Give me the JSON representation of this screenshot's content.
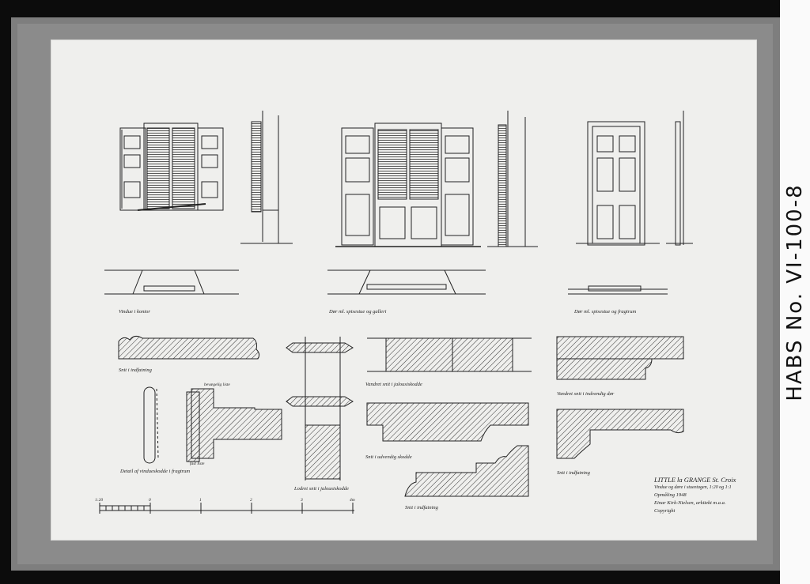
{
  "side_label": "HABS No. VI-100-8",
  "captions": {
    "window_office": "Vindue i kontor",
    "door_gallery": "Dør ml. spisestue og galleri",
    "door_porch": "Dør ml. spisestue og fragtrum",
    "section_molding_1": "Snit i indfatning",
    "detail_shutter": "Detail af vindueskodde i fragtrum",
    "bevaegelig_liste": "bevægelig liste",
    "fast_liste": "fast liste",
    "vertical_section": "Lodret snit i jalousiskodde",
    "horizontal_section_jalousi": "Vandret snit i jalousiskodde",
    "section_exterior_shutter": "Snit i udvendig skodde",
    "section_molding_2": "Snit i indfatning",
    "horizontal_section_door": "Vandret snit i indvendig dør",
    "section_molding_3": "Snit i indfatning"
  },
  "scale": {
    "ticks": [
      "1:20",
      "0",
      "1",
      "2",
      "3",
      "4m"
    ]
  },
  "title_block": {
    "line1": "LITTLE la GRANGE  St. Croix",
    "line2": "Vindue og døre i stueetagen,  1:20 og 1:1",
    "line3": "Opmåling 1948",
    "line4": "Einar Kirk-Nielsen, arkitekt m.a.a.",
    "line5": "Copyright"
  }
}
